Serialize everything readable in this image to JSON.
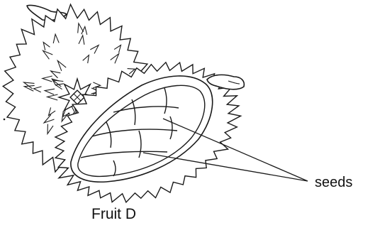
{
  "diagram": {
    "pointer_label": "seeds",
    "caption": "Fruit D",
    "stroke_color": "#1a1a1a",
    "background_color": "#ffffff",
    "icons": [
      "durian-whole-fruit",
      "durian-opened-half",
      "seed-pods"
    ]
  }
}
